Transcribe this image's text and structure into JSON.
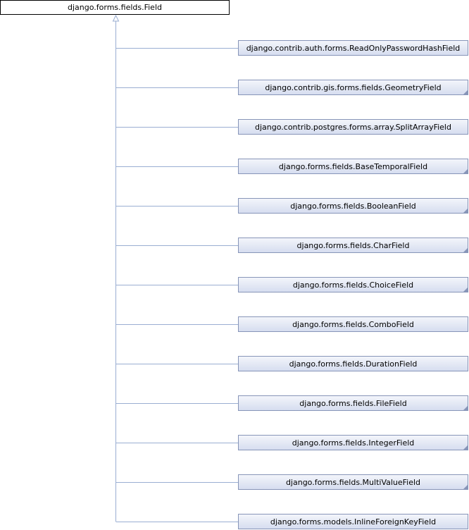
{
  "root": {
    "label": "django.forms.fields.Field"
  },
  "classes": [
    {
      "label": "django.contrib.auth.forms.ReadOnlyPasswordHashField",
      "folded": false
    },
    {
      "label": "django.contrib.gis.forms.fields.GeometryField",
      "folded": true
    },
    {
      "label": "django.contrib.postgres.forms.array.SplitArrayField",
      "folded": false
    },
    {
      "label": "django.forms.fields.BaseTemporalField",
      "folded": true
    },
    {
      "label": "django.forms.fields.BooleanField",
      "folded": true
    },
    {
      "label": "django.forms.fields.CharField",
      "folded": true
    },
    {
      "label": "django.forms.fields.ChoiceField",
      "folded": true
    },
    {
      "label": "django.forms.fields.ComboField",
      "folded": false
    },
    {
      "label": "django.forms.fields.DurationField",
      "folded": false
    },
    {
      "label": "django.forms.fields.FileField",
      "folded": true
    },
    {
      "label": "django.forms.fields.IntegerField",
      "folded": true
    },
    {
      "label": "django.forms.fields.MultiValueField",
      "folded": true
    },
    {
      "label": "django.forms.models.InlineForeignKeyField",
      "folded": false
    }
  ],
  "colors": {
    "edge": "#9aaed2",
    "box_border": "#8795b8"
  }
}
